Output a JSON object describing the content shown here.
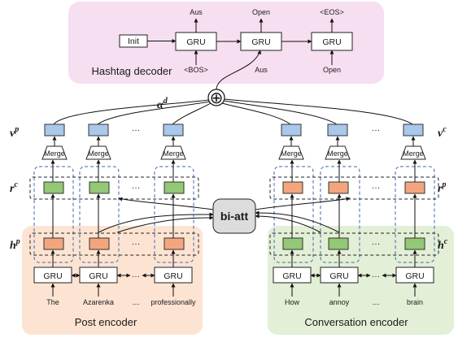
{
  "panels": {
    "decoder_label": "Hashtag decoder",
    "post_label": "Post encoder",
    "conv_label": "Conversation encoder"
  },
  "decoder": {
    "init_label": "Init",
    "gru_label": "GRU",
    "outputs": [
      "Aus",
      "Open",
      "<EOS>"
    ],
    "inputs": [
      "<BOS>",
      "Aus",
      "Open"
    ]
  },
  "attention": {
    "alpha_label": "α",
    "alpha_sup": "d",
    "oplus": "⊕",
    "bi_att_label": "bi-att"
  },
  "merge_label": "Merge",
  "ellipsis": "···",
  "side_labels": {
    "v_left": "v",
    "v_left_sup": "p",
    "v_right": "v",
    "v_right_sup": "c",
    "r_left": "r",
    "r_left_sup": "c",
    "r_right": "r",
    "r_right_sup": "p",
    "h_left": "h",
    "h_left_sup": "p",
    "h_right": "h",
    "h_right_sup": "c"
  },
  "post_words": [
    "The",
    "Azarenka",
    "...",
    "professionally"
  ],
  "conv_words": [
    "How",
    "annoy",
    "...",
    "brain"
  ],
  "colors": {
    "decoder_bg": "#f6dff0",
    "post_bg": "#fde4d2",
    "conv_bg": "#e3efd6",
    "blue_block": "#a9c8ea",
    "green_block": "#93c876",
    "orange_block": "#f3a67e",
    "dash_blue": "#3f66b3"
  }
}
